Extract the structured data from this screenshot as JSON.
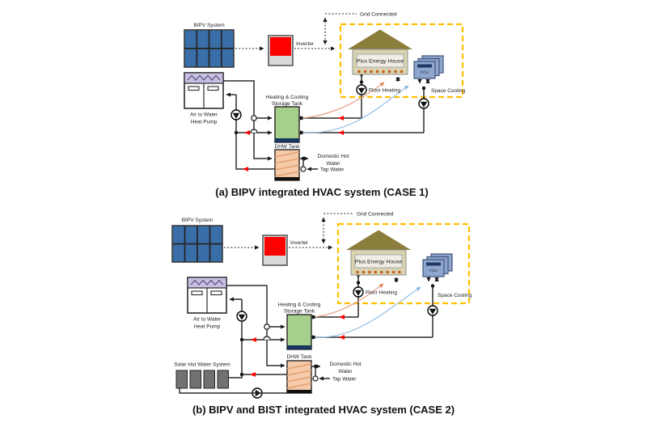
{
  "colors": {
    "panel_blue": "#3a6ea8",
    "inverter_red": "#ff0000",
    "inverter_body": "#d9d9d9",
    "zone_yellow": "#ffc000",
    "roof_khaki": "#8b7d3b",
    "house_body": "#d9d3b2",
    "house_inner": "#efede5",
    "floor_dot_orange": "#c55a11",
    "tank_green": "#a6cf8d",
    "tank_base_navy": "#17375e",
    "dhw_orange": "#f6cbaa",
    "fcu_blue": "#8ea5ce",
    "heatpump_band": "#c9bfe3",
    "solar_gray": "#737070",
    "flow_red": "#ff0000",
    "supply_orange": "#e8a58b",
    "cooling_blue": "#9cc3e5"
  },
  "labels": {
    "bipv_system": "BIPV System",
    "inverter": "Inverter",
    "grid_connected": "Grid Connected",
    "house": "Plus Energy House",
    "floor_heating": "Floor Heating",
    "fcu": "FCU",
    "space_cooling": "Space Cooling",
    "storage_tank_line1": "Heating & Cooling",
    "storage_tank_line2": "Storage Tank",
    "heat_pump_line1": "Air to Water",
    "heat_pump_line2": "Heat Pump",
    "dhw_tank": "DHW Tank",
    "domestic_hot_line1": "Domestic Hot",
    "domestic_hot_line2": "Water",
    "tap_water": "Tap Water",
    "solar_hot_water": "Solar Hot Water System"
  },
  "diagram_a": {
    "caption": "(a) BIPV integrated HVAC system (CASE 1)"
  },
  "diagram_b": {
    "caption": "(b) BIPV and BIST integrated HVAC system (CASE 2)"
  }
}
